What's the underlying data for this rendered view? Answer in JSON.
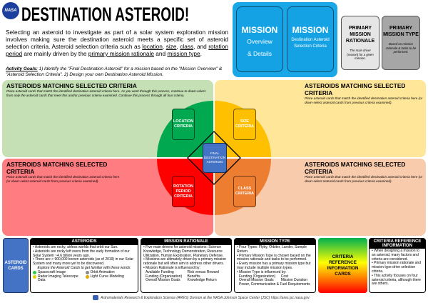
{
  "header": {
    "logo": "NASA",
    "title": "DESTINATION ASTEROID!",
    "intro": [
      "Selecting an asteroid to investigate as part of a solar system exploration mission involves making sure the destination asteroid meets a specific set of asteroid selection criteria. Asteroid selection criteria such as ",
      "location",
      ", ",
      "size",
      ", ",
      "class",
      ", and ",
      "rotation period",
      " are mainly driven by the ",
      "primary mission rationale",
      " and ",
      "mission type",
      "."
    ],
    "goals_label": "Activity Goals:",
    "goals_text": " 1) Identify the \"Final Destination Asteroid\" for a mission based on the \"Mission Overview\" & \"Asteroid Selection Criteria\". 2) Design your own Destination Asteroid Mission."
  },
  "mission_cards": [
    {
      "title": "MISSION",
      "sub1": "Overview",
      "sub2": "& Details"
    },
    {
      "title": "MISSION",
      "sub": "Destination Asteroid Selection Criteria"
    }
  ],
  "info_cards": [
    {
      "title": "PRIMARY MISSION RATIONALE",
      "desc": "The main driver (reason) for a given mission."
    },
    {
      "title": "PRIMARY MISSION TYPE",
      "desc": "Based on mission rationale & tasks to be performed."
    }
  ],
  "quadrants": {
    "heading": "ASTEROIDS MATCHING SELECTED CRITERIA",
    "first_desc": "Place asteroid cards that match the identified destination asteroid criteria here. As you work through this process, continue to down-select from only the asteroid cards that meet this and/or previous criteria examined. Continue this process through all four criteria.",
    "other_desc": "Place asteroid cards that match the identified destination asteroid criteria here (or down-select asteroid cards from previous criteria examined).",
    "colors": {
      "green": "#00a84f",
      "yellow": "#ffc000",
      "red": "#ff0000",
      "orange": "#ed7d31",
      "final": "#4472c4"
    }
  },
  "criteria": {
    "location": "LOCATION CRITERIA",
    "size": "SIZE CRITERIA",
    "rotation": "ROTATION PERIOD CRITERIA",
    "class": "CLASS CRITERIA",
    "final": "FINAL DESTINATION ASTEROID"
  },
  "bottom": {
    "asteroid_cards": "ASTEROID CARDS",
    "asteroids": {
      "title": "ASTEROIDS",
      "items": [
        "Asteroids are rocky, airless worlds that orbit our Sun.",
        "Asteroids are rocky left overs from the early formation of our Solar System ~4.6 billion years ago.",
        "There are > 900,000 known asteroids (as of 2019) in our Solar System and many more yet to be discovered."
      ],
      "explore": "Explore the Asteroid Cards to get familiar with these words:",
      "legend": [
        {
          "label": "Spacecraft Image",
          "color": "#2ecc40"
        },
        {
          "label": "Orbit Animation",
          "color": "#888888"
        },
        {
          "label": "Radar Imaging Telescope Data",
          "color": "#e0d000"
        },
        {
          "label": "Light Curve Modeling",
          "color": "#e0a800"
        }
      ]
    },
    "rationale": {
      "title": "MISSION RATIONALE",
      "items": [
        "Five main drivers for asteroid missions: Science Knowledge, Technology Demonstration, Resource Utilization, Human Exploration, Planetary Defense.",
        "Missions are ultimately driven by a primary mission rationale but will often aim to address other drivers.",
        "Mission Rationale is influenced by:"
      ],
      "factors": [
        "Available Funding",
        "Risk versus Reward",
        "Funding (Organization)",
        "Benefits",
        "Overall Mission Goals",
        "Knowledge Return"
      ]
    },
    "type": {
      "title": "MISSION TYPE",
      "items": [
        "Four Types: Flyby, Orbiter, Lander, Sample Return.",
        "Primary Mission Type is chosen based on the mission rationale and tasks to be performed.",
        "Every mission has a primary mission type but may include multiple mission types.",
        "Mission Type is influenced by:"
      ],
      "factors": [
        "Funding (Organization)",
        "Cost",
        "Overall Mission Goals",
        "Mission Duration"
      ],
      "last": "Power, Communication & Fuel Requirements"
    },
    "criteria_cards": "CRITERIA REFERENCE INFORMATION CARDS",
    "criteria_info": {
      "title": "CRITERIA REFERENCE INFORMATION",
      "items": [
        "When designing a mission to an asteroid, many factors and criteria are considered.",
        "Primary mission rationale and mission type drive selection criteria.",
        "This activity focuses on four asteroid criteria, although there are others."
      ]
    }
  },
  "footer": "Astromaterials Research & Exploration Science (ARES) Division at the NASA Johnson Space Center (JSC) https://ares.jsc.nasa.gov"
}
